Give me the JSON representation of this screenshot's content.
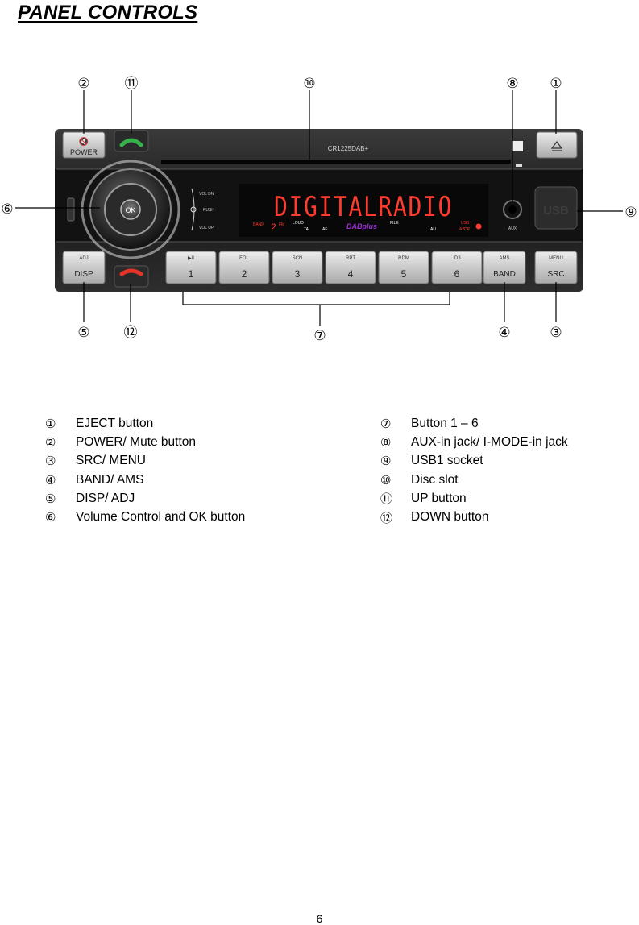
{
  "page": {
    "title": "PANEL CONTROLS",
    "page_number": "6"
  },
  "device": {
    "model": "CR1225DAB+",
    "display_text": "DIGITALRADIO",
    "display_indicators": {
      "band": "BAND",
      "band_num": "2",
      "fm": "FM",
      "loud": "LOUD",
      "ta": "TA",
      "af": "AF",
      "dab": "DABplus",
      "file": "FILE",
      "all": "ALL",
      "usb": "USB",
      "a2dp": "A2DP"
    },
    "vol_labels": {
      "vol_dn": "VOL DN",
      "push": "PUSH",
      "vol_up": "VOL UP"
    },
    "ok_label": "OK",
    "power_label": "POWER",
    "adj_label": "ADJ",
    "disp_label": "DISP",
    "aux_label": "AUX",
    "usb_label": "USB",
    "ams_label": "AMS",
    "band_label": "BAND",
    "menu_label": "MENU",
    "src_label": "SRC",
    "preset_buttons": [
      {
        "top": "▶II",
        "num": "1"
      },
      {
        "top": "FOL",
        "num": "2"
      },
      {
        "top": "SCN",
        "num": "3"
      },
      {
        "top": "RPT",
        "num": "4"
      },
      {
        "top": "RDM",
        "num": "5"
      },
      {
        "top": "ID3",
        "num": "6"
      }
    ]
  },
  "callouts": [
    "①",
    "②",
    "③",
    "④",
    "⑤",
    "⑥",
    "⑦",
    "⑧",
    "⑨",
    "⑩",
    "⑪",
    "⑫"
  ],
  "legend_left": [
    {
      "num": "①",
      "text": "EJECT button"
    },
    {
      "num": "②",
      "text": "POWER/ Mute button"
    },
    {
      "num": "③",
      "text": "SRC/ MENU"
    },
    {
      "num": "④",
      "text": "BAND/ AMS"
    },
    {
      "num": "⑤",
      "text": "DISP/ ADJ"
    },
    {
      "num": "⑥",
      "text": "Volume Control and OK button"
    }
  ],
  "legend_right": [
    {
      "num": "⑦",
      "text": "Button 1 – 6"
    },
    {
      "num": "⑧",
      "text": "AUX-in jack/ I-MODE-in jack"
    },
    {
      "num": "⑨",
      "text": "USB1 socket"
    },
    {
      "num": "⑩",
      "text": "Disc slot"
    },
    {
      "num": "⑪",
      "text": "UP button"
    },
    {
      "num": "⑫",
      "text": "DOWN button"
    }
  ],
  "colors": {
    "display_red": "#ff3b30",
    "dab_purple": "#9a2fd6",
    "up_green": "#35b34a",
    "down_red": "#e5332a"
  }
}
